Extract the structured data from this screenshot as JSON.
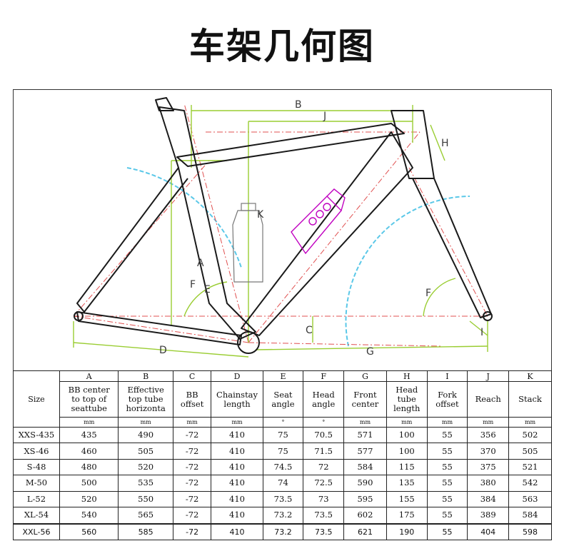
{
  "title": "车架几何图",
  "diagram": {
    "labels": {
      "A": "A",
      "B": "B",
      "C": "C",
      "D": "D",
      "E": "E",
      "F1": "F",
      "F2": "F",
      "G": "G",
      "H": "H",
      "I": "I",
      "J": "J",
      "K": "K"
    },
    "colors": {
      "frame": "#1a1a1a",
      "dimension_lines": "#9acd32",
      "construction_lines": "#e05050",
      "wheel_arcs": "#5bc8e8",
      "bottle_outline": "#c000c0"
    }
  },
  "table": {
    "size_header": "Size",
    "columns": [
      {
        "letter": "A",
        "lines": [
          "BB center",
          "to top of",
          "seattube"
        ],
        "unit": "mm"
      },
      {
        "letter": "B",
        "lines": [
          "Effective",
          "top tube",
          "horizonta"
        ],
        "unit": "mm"
      },
      {
        "letter": "C",
        "lines": [
          "BB",
          "offset"
        ],
        "unit": "mm"
      },
      {
        "letter": "D",
        "lines": [
          "Chainstay",
          "length"
        ],
        "unit": "mm"
      },
      {
        "letter": "E",
        "lines": [
          "Seat",
          "angle"
        ],
        "unit": "°"
      },
      {
        "letter": "F",
        "lines": [
          "Head",
          "angle"
        ],
        "unit": "°"
      },
      {
        "letter": "G",
        "lines": [
          "Front",
          "center"
        ],
        "unit": "mm"
      },
      {
        "letter": "H",
        "lines": [
          "Head",
          "tube",
          "length"
        ],
        "unit": "mm"
      },
      {
        "letter": "I",
        "lines": [
          "Fork",
          "offset"
        ],
        "unit": "mm"
      },
      {
        "letter": "J",
        "lines": [
          "Reach"
        ],
        "unit": "mm"
      },
      {
        "letter": "K",
        "lines": [
          "Stack"
        ],
        "unit": "mm"
      }
    ],
    "rows": [
      [
        "XXS-435",
        "435",
        "490",
        "-72",
        "410",
        "75",
        "70.5",
        "571",
        "100",
        "55",
        "356",
        "502"
      ],
      [
        "XS-46",
        "460",
        "505",
        "-72",
        "410",
        "75",
        "71.5",
        "577",
        "100",
        "55",
        "370",
        "505"
      ],
      [
        "S-48",
        "480",
        "520",
        "-72",
        "410",
        "74.5",
        "72",
        "584",
        "115",
        "55",
        "375",
        "521"
      ],
      [
        "M-50",
        "500",
        "535",
        "-72",
        "410",
        "74",
        "72.5",
        "590",
        "135",
        "55",
        "380",
        "542"
      ],
      [
        "L-52",
        "520",
        "550",
        "-72",
        "410",
        "73.5",
        "73",
        "595",
        "155",
        "55",
        "384",
        "563"
      ],
      [
        "XL-54",
        "540",
        "565",
        "-72",
        "410",
        "73.2",
        "73.5",
        "602",
        "175",
        "55",
        "389",
        "584"
      ],
      [
        "XXL-56",
        "560",
        "585",
        "-72",
        "410",
        "73.2",
        "73.5",
        "621",
        "190",
        "55",
        "404",
        "598"
      ]
    ]
  }
}
